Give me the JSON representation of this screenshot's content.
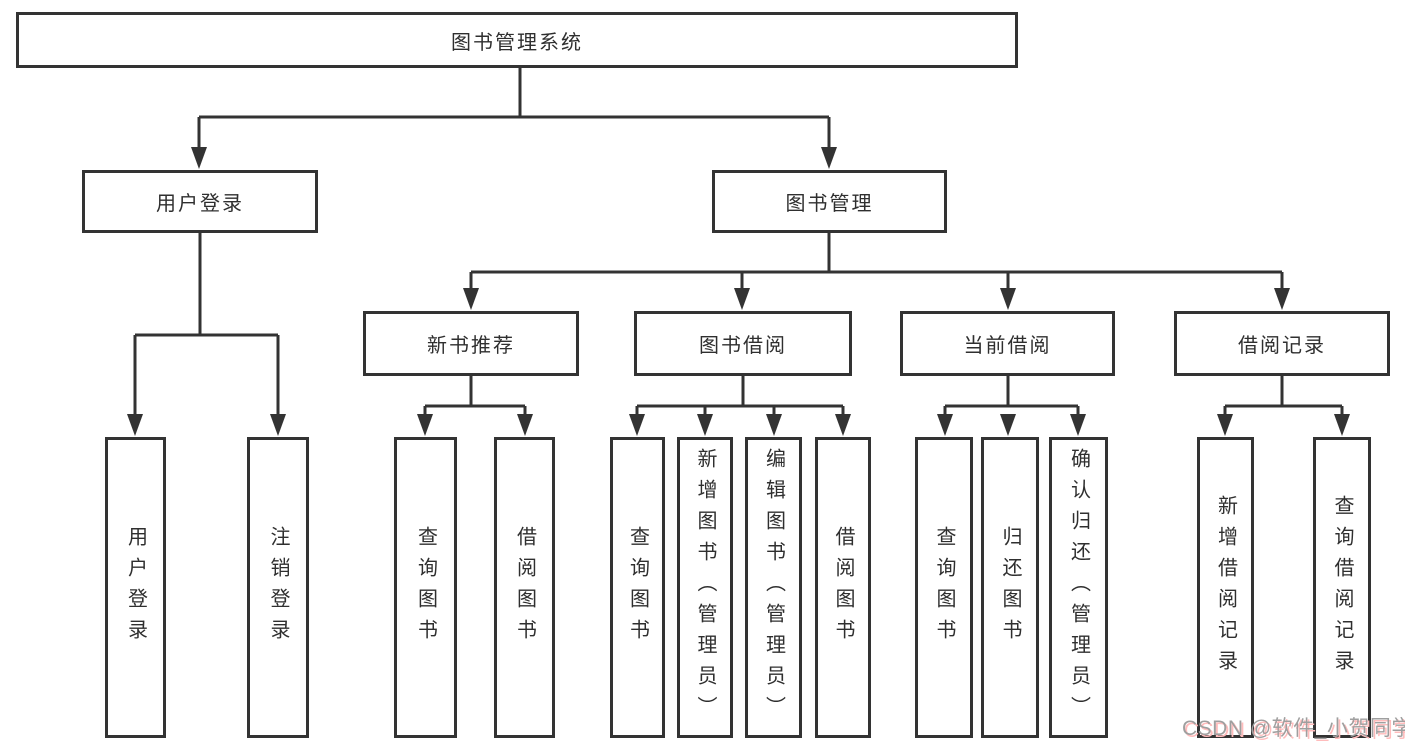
{
  "nodes": {
    "root": "图书管理系统",
    "user_login": "用户登录",
    "book_management": "图书管理",
    "new_book_recommend": "新书推荐",
    "book_borrowing": "图书借阅",
    "current_borrowing": "当前借阅",
    "borrowing_records": "借阅记录",
    "user_login_leaf": "用户登录",
    "logout_leaf": "注销登录",
    "query_books_recommend": "查询图书",
    "borrow_books_recommend": "借阅图书",
    "query_books_borrowing": "查询图书",
    "add_books_admin": "新增图书（管理员）",
    "edit_books_admin": "编辑图书（管理员）",
    "borrow_books_borrowing": "借阅图书",
    "query_books_current": "查询图书",
    "return_books": "归还图书",
    "confirm_return_admin": "确认归还（管理员）",
    "add_borrow_record": "新增借阅记录",
    "query_borrow_record": "查询借阅记录"
  },
  "watermark": "CSDN @软件_小贺同学",
  "colors": {
    "line": "#333333",
    "box_border": "#333333",
    "text": "#2f2f2f",
    "background": "#ffffff",
    "watermark_gray": "#9f9f9f",
    "watermark_shadow": "#ffbcbc"
  }
}
